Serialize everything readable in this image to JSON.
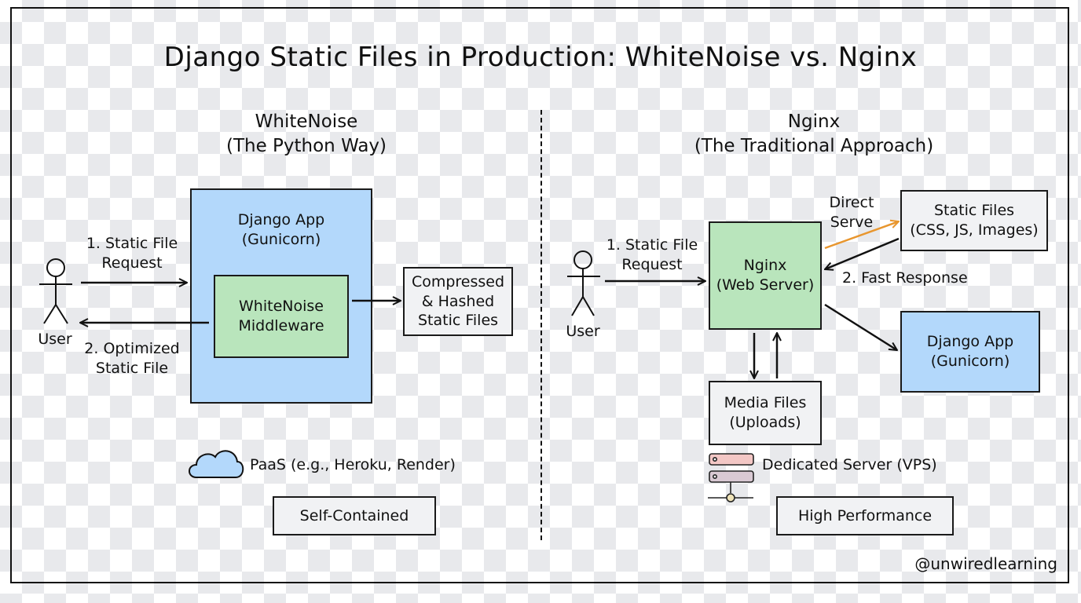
{
  "title": "Django Static Files in Production: WhiteNoise vs. Nginx",
  "left": {
    "heading": "WhiteNoise",
    "subheading": "(The Python Way)",
    "user_label": "User",
    "request_label_1": "1. Static File",
    "request_label_2": "Request",
    "response_label_1": "2. Optimized",
    "response_label_2": "Static File",
    "django_box_line1": "Django App",
    "django_box_line2": "(Gunicorn)",
    "middleware_line1": "WhiteNoise",
    "middleware_line2": "Middleware",
    "static_box_line1": "Compressed",
    "static_box_line2": "& Hashed",
    "static_box_line3": "Static Files",
    "platform_icon": "cloud-icon",
    "platform_label": "PaaS (e.g., Heroku, Render)",
    "badge": "Self-Contained"
  },
  "right": {
    "heading": "Nginx",
    "subheading": "(The Traditional Approach)",
    "user_label": "User",
    "request_label_1": "1. Static File",
    "request_label_2": "Request",
    "nginx_line1": "Nginx",
    "nginx_line2": "(Web Server)",
    "direct_serve_1": "Direct",
    "direct_serve_2": "Serve",
    "static_line1": "Static Files",
    "static_line2": "(CSS, JS, Images)",
    "fast_response": "2. Fast Response",
    "django_line1": "Django App",
    "django_line2": "(Gunicorn)",
    "media_line1": "Media Files",
    "media_line2": "(Uploads)",
    "platform_icon": "server-icon",
    "platform_label": "Dedicated Server (VPS)",
    "badge": "High Performance"
  },
  "colors": {
    "django_blue": "#b3d8fb",
    "component_green": "#b9e5bc",
    "neutral_gray": "#f1f2f4",
    "direct_serve_orange": "#e8962e"
  },
  "watermark": "@unwiredlearning"
}
